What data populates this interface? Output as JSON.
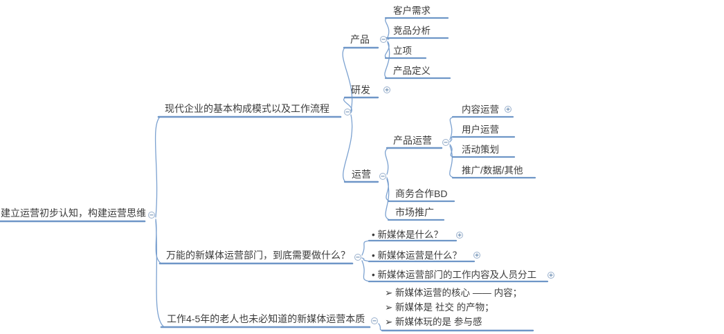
{
  "glyphs": {
    "collapse": "−",
    "expand": "+"
  },
  "colors": {
    "line": "#6e96c7",
    "curve": "#7ba1d0",
    "text": "#3b3b3b"
  },
  "root": {
    "label": "建立运营初步认知，构建运营思维"
  },
  "branches": [
    {
      "label": "现代企业的基本构成模式以及工作流程",
      "children": [
        {
          "label": "产品",
          "children": [
            {
              "label": "客户需求"
            },
            {
              "label": "竞品分析"
            },
            {
              "label": "立项"
            },
            {
              "label": "产品定义"
            }
          ]
        },
        {
          "label": "研发"
        },
        {
          "label": "运营",
          "children": [
            {
              "label": "产品运营",
              "children": [
                {
                  "label": "内容运营"
                },
                {
                  "label": "用户运营"
                },
                {
                  "label": "活动策划"
                },
                {
                  "label": "推广/数据/其他"
                }
              ]
            },
            {
              "label": "商务合作BD"
            },
            {
              "label": "市场推广"
            }
          ]
        }
      ]
    },
    {
      "label": "万能的新媒体运营部门，到底需要做什么？",
      "children": [
        {
          "label": "• 新媒体是什么？"
        },
        {
          "label": "• 新媒体运营是什么？"
        },
        {
          "label": "• 新媒体运营部门的工作内容及人员分工"
        }
      ]
    },
    {
      "label": "工作4-5年的老人也未必知道的新媒体运营本质",
      "children": [
        {
          "lines": [
            "➢ 新媒体运营的核心 —— 内容；",
            "➢ 新媒体是 社交 的产物；",
            "➢ 新媒体玩的是 参与感"
          ]
        }
      ]
    }
  ]
}
